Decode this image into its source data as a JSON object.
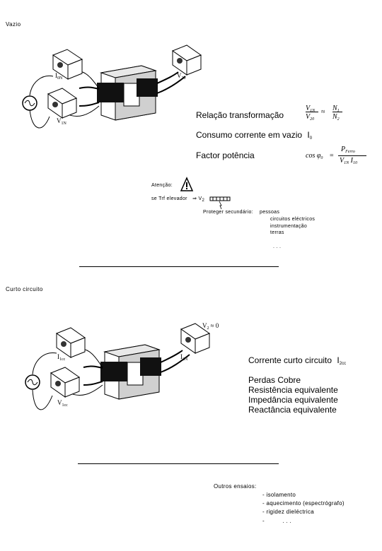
{
  "sections": {
    "vazio": {
      "title": "Vazio",
      "labels": {
        "current_meter": "I",
        "current_sub": "0N",
        "voltage_in": "V",
        "voltage_in_sub": "1N",
        "voltage_out": "V",
        "voltage_out_sub": "20"
      },
      "items": [
        "Relação transformação",
        "Consumo corrente em vazio",
        "Factor potência"
      ],
      "current_symbol": "I",
      "current_symbol_sub": "0",
      "formula_ratio": {
        "lhs_top": "V",
        "lhs_top_sub": "1N",
        "lhs_bottom": "V",
        "lhs_bottom_sub": "20",
        "approx": "≈",
        "rhs_top": "N",
        "rhs_top_sub": "1",
        "rhs_bottom": "N",
        "rhs_bottom_sub": "2"
      },
      "formula_pf": {
        "lhs": "cos φ",
        "lhs_sub": "0",
        "eq": "=",
        "num": "P",
        "num_sub": "Ferro",
        "den_v": "V",
        "den_v_sub": "1N",
        "den_i": "I",
        "den_i_sub": "10"
      },
      "warning": {
        "label": "Atenção:",
        "line1_prefix": "se Trf elevador",
        "arrow": "⇒",
        "line1_v": "V",
        "line1_v_sub": "2",
        "line2_prefix": "Proteger secundário:",
        "line2_items": [
          "pessoas",
          "circuitos eléctricos",
          "instrumentação",
          "terras"
        ],
        "ellipsis": ". . ."
      }
    },
    "curto": {
      "title": "Curto circuito",
      "labels": {
        "current_meter": "I",
        "current_sub": "1cc",
        "voltage_in": "V",
        "voltage_in_sub": "1cc",
        "voltage_out": "V",
        "voltage_out_sub": "2",
        "voltage_out_suffix": "≈ 0",
        "current_out": "I",
        "current_out_sub": "2N"
      },
      "items": [
        "Corrente curto circuito",
        "Perdas Cobre",
        "Resistência equivalente",
        "Impedância equivalente",
        "Reactância equivalente"
      ],
      "current_symbol": "I",
      "current_symbol_sub": "2cc"
    },
    "outros": {
      "title": "Outros ensaios:",
      "items": [
        "- isolamento",
        "- aquecimento (espectrógrafo)",
        "- rigidez dieléctrica",
        "-          . . ."
      ]
    }
  }
}
